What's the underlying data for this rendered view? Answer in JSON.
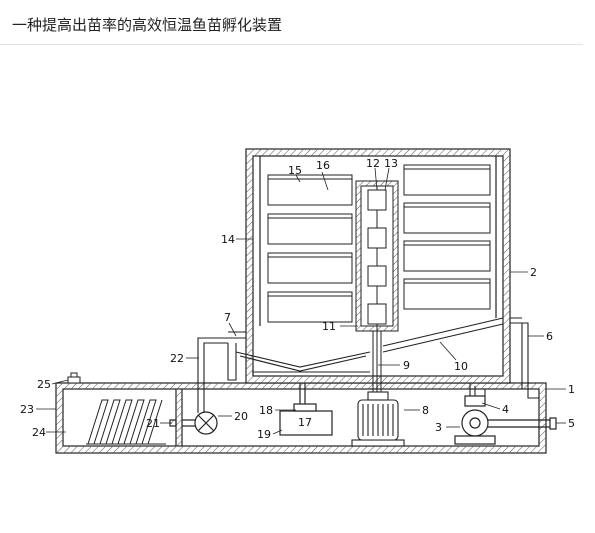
{
  "page": {
    "title": "一种提高出苗率的高效恒温鱼苗孵化装置"
  },
  "diagram": {
    "labels": [
      "1",
      "2",
      "3",
      "4",
      "5",
      "6",
      "7",
      "8",
      "9",
      "10",
      "11",
      "12",
      "13",
      "14",
      "15",
      "16",
      "17",
      "18",
      "19",
      "20",
      "21",
      "22",
      "23",
      "24",
      "25"
    ],
    "colors": {
      "line": "#222222",
      "hatch": "#555555",
      "text": "#111111"
    }
  }
}
